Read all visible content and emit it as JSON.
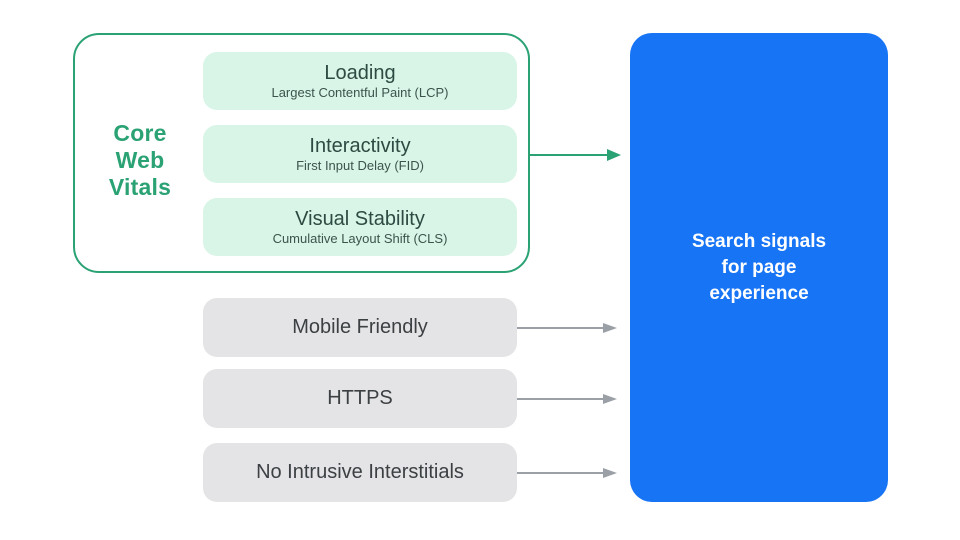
{
  "colors": {
    "green": "#2aa274",
    "green-light": "#d8f5e7",
    "green-dark-text": "#2e4b43",
    "green-sub-text": "#3d544c",
    "blue": "#1774f5",
    "gray-box": "#e4e4e6",
    "text-dark": "#3c4043",
    "arrow-gray": "#9aa0a6",
    "background": "#ffffff"
  },
  "core_web_vitals": {
    "label_lines": [
      "Core",
      "Web",
      "Vitals"
    ],
    "items": [
      {
        "title": "Loading",
        "subtitle": "Largest Contentful Paint (LCP)"
      },
      {
        "title": "Interactivity",
        "subtitle": "First Input Delay (FID)"
      },
      {
        "title": "Visual Stability",
        "subtitle": "Cumulative Layout Shift (CLS)"
      }
    ]
  },
  "other_signals": [
    "Mobile Friendly",
    "HTTPS",
    "No Intrusive Interstitials"
  ],
  "result_box": {
    "lines": [
      "Search signals",
      "for page",
      "experience"
    ]
  }
}
